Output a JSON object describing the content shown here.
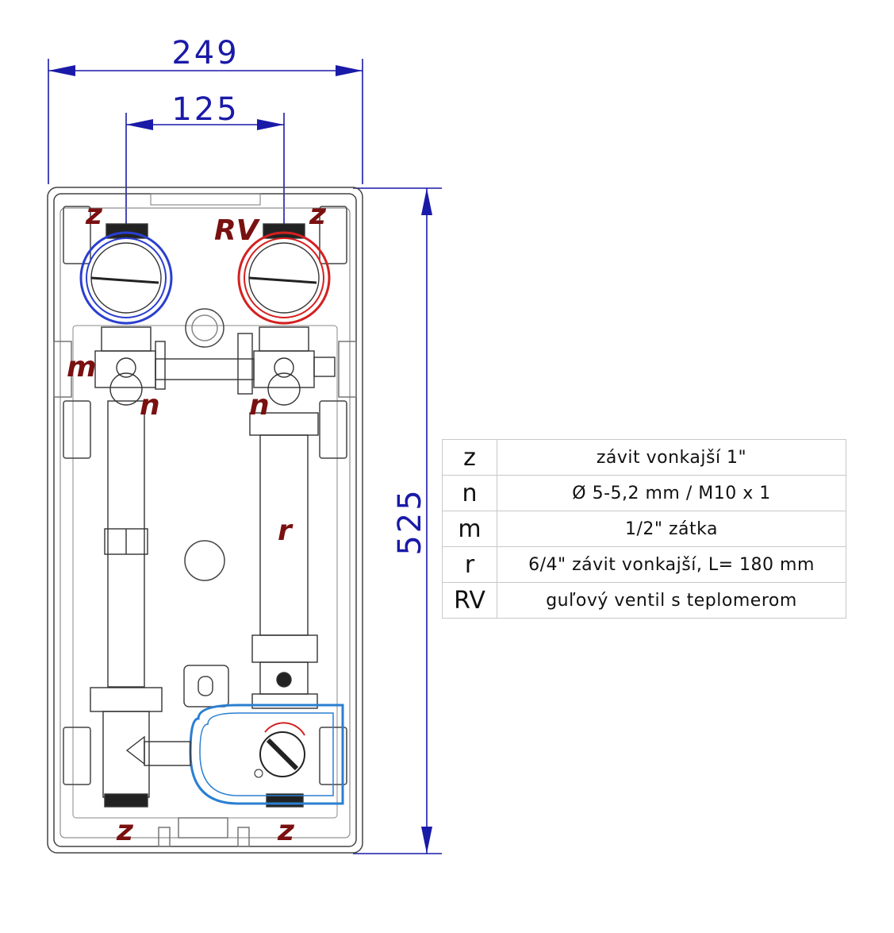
{
  "dimensions": {
    "overall_width": "249",
    "pipe_spacing": "125",
    "height": "525"
  },
  "callouts": {
    "z_top_left": "z",
    "rv_top": "RV",
    "z_top_right": "z",
    "m_left": "m",
    "n_left": "n",
    "n_right": "n",
    "r_pipe": "r",
    "z_bottom_left": "z",
    "z_bottom_right": "z"
  },
  "gauges": {
    "left_color": "#2a3fd0",
    "right_color": "#d42020"
  },
  "legend": [
    {
      "code": "z",
      "description": "závit vonkajší 1\""
    },
    {
      "code": "n",
      "description": "Ø 5-5,2 mm / M10 x 1"
    },
    {
      "code": "m",
      "description": "1/2\" zátka"
    },
    {
      "code": "r",
      "description": "6/4\" závit vonkajší, L= 180 mm"
    },
    {
      "code": "RV",
      "description": "guľový ventil s teplomerom"
    }
  ],
  "colors": {
    "dimension": "#1a1aa8",
    "callout": "#7a1010",
    "pump_outline": "#2a7fd0"
  }
}
